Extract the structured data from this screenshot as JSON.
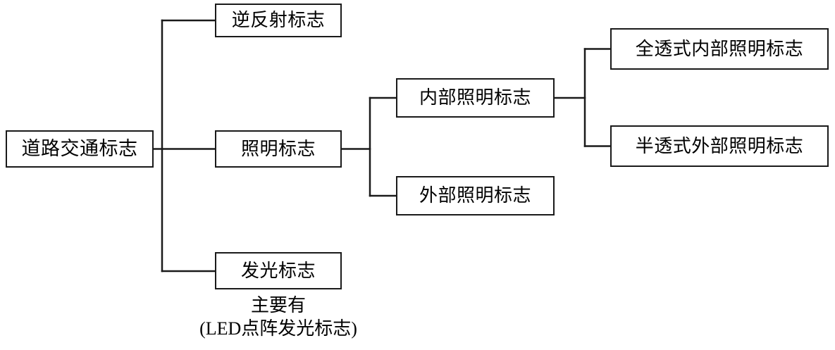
{
  "diagram": {
    "type": "tree",
    "orientation": "left-to-right",
    "title": "",
    "style": {
      "line_color": "#1a1a1a",
      "box_border_color": "#1a1a1a",
      "box_fill": "#ffffff",
      "background": "#ffffff",
      "text_color": "#000000"
    },
    "nodes": {
      "root": {
        "label": "道路交通标志",
        "level": 0
      },
      "retroreflective": {
        "label": "逆反射标志",
        "level": 1
      },
      "lighting": {
        "label": "照明标志",
        "level": 1
      },
      "luminous": {
        "label": "发光标志",
        "level": 1
      },
      "internal_lighting": {
        "label": "内部照明标志",
        "level": 2
      },
      "external_lighting": {
        "label": "外部照明标志",
        "level": 2
      },
      "full_transmissive": {
        "label": "全透式内部照明标志",
        "level": 3
      },
      "semi_transmissive": {
        "label": "半透式外部照明标志",
        "level": 3
      }
    },
    "caption": {
      "target": "luminous",
      "lines": [
        "主要有",
        "(LED点阵发光标志)"
      ],
      "line1": "主要有",
      "line2": "(LED点阵发光标志)"
    },
    "edges": [
      {
        "from": "root",
        "to": "retroreflective"
      },
      {
        "from": "root",
        "to": "lighting"
      },
      {
        "from": "root",
        "to": "luminous"
      },
      {
        "from": "lighting",
        "to": "internal_lighting"
      },
      {
        "from": "lighting",
        "to": "external_lighting"
      },
      {
        "from": "internal_lighting",
        "to": "full_transmissive"
      },
      {
        "from": "internal_lighting",
        "to": "semi_transmissive"
      }
    ]
  }
}
